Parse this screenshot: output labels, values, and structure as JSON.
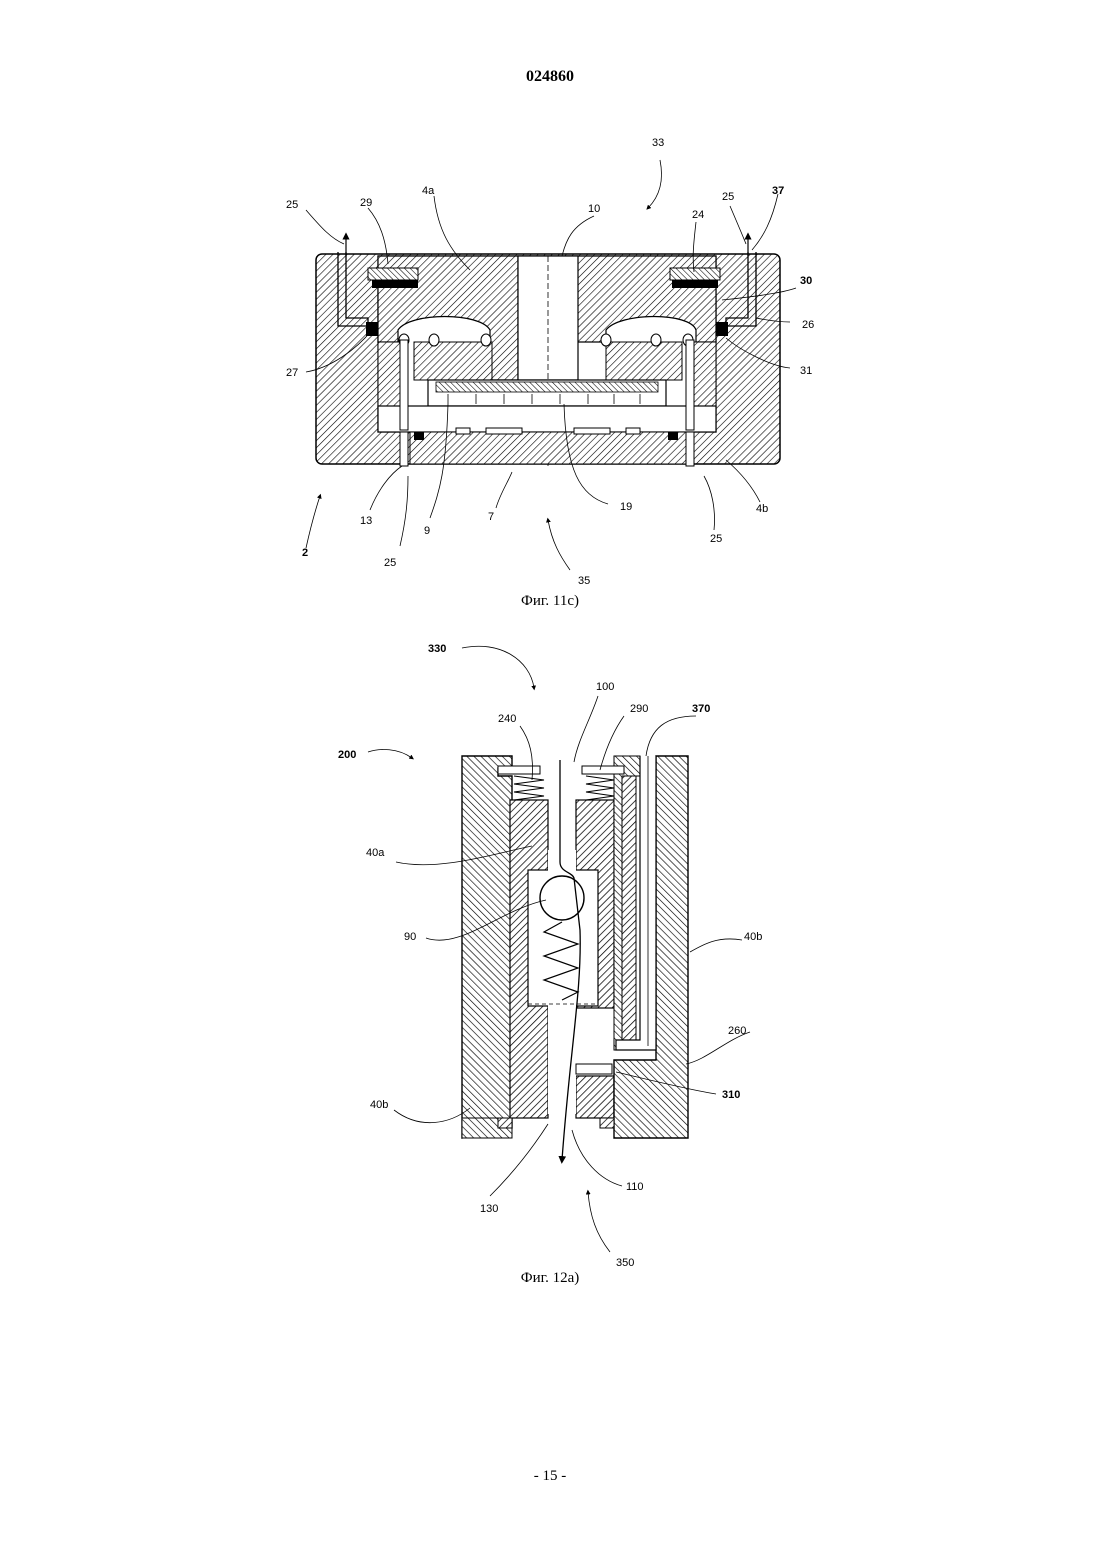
{
  "document_number": "024860",
  "page_number": "- 15 -",
  "figure_11c": {
    "caption": "Фиг. 11c)",
    "labels": {
      "l33": "33",
      "l10": "10",
      "l4a": "4a",
      "l29": "29",
      "l25": "25",
      "l24": "24",
      "l37": "37",
      "l30": "30",
      "l26": "26",
      "l27": "27",
      "l31": "31",
      "l13": "13",
      "l9": "9",
      "l7": "7",
      "l19": "19",
      "l4b": "4b",
      "l2": "2",
      "l35": "35"
    }
  },
  "figure_12a": {
    "caption": "Фиг. 12a)",
    "labels": {
      "l330": "330",
      "l100": "100",
      "l240": "240",
      "l290": "290",
      "l370": "370",
      "l200": "200",
      "l40a": "40a",
      "l90": "90",
      "l40b": "40b",
      "l260": "260",
      "l310": "310",
      "l130": "130",
      "l110": "110",
      "l350": "350"
    }
  }
}
